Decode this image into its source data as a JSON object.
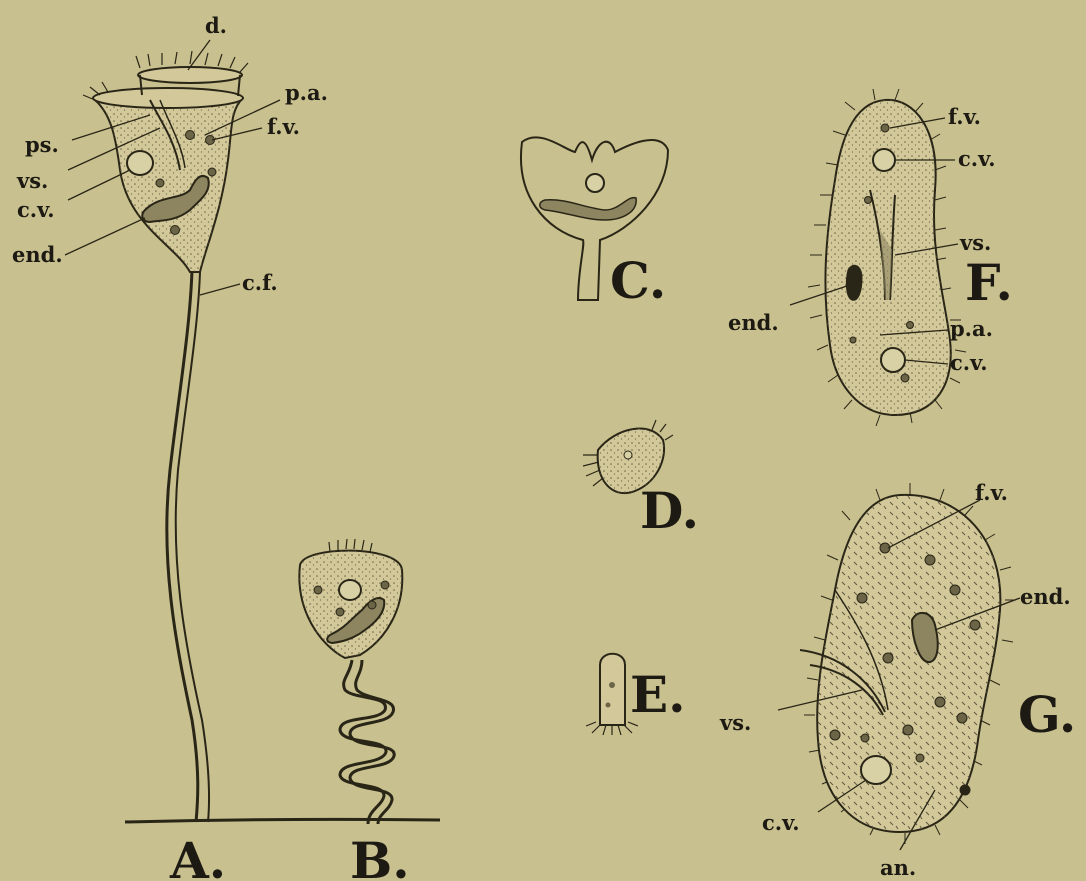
{
  "figures": {
    "A": {
      "letter": "A.",
      "labels": {
        "d": "d.",
        "pa": "p.a.",
        "fv": "f.v.",
        "ps": "ps.",
        "vs": "vs.",
        "cv": "c.v.",
        "end": "end.",
        "cf": "c.f."
      }
    },
    "B": {
      "letter": "B."
    },
    "C": {
      "letter": "C."
    },
    "D": {
      "letter": "D."
    },
    "E": {
      "letter": "E."
    },
    "F": {
      "letter": "F.",
      "labels": {
        "fv": "f.v.",
        "cv1": "c.v.",
        "vs": "vs.",
        "end": "end.",
        "pa": "p.a.",
        "cv2": "c.v."
      }
    },
    "G": {
      "letter": "G.",
      "labels": {
        "fv": "f.v.",
        "end": "end.",
        "vs": "vs.",
        "cv": "c.v.",
        "an": "an."
      }
    }
  },
  "colors": {
    "paper": "#c9c08f",
    "ink": "#2a2617",
    "cell": "#d2c899",
    "nucleus": "#8d8560"
  }
}
